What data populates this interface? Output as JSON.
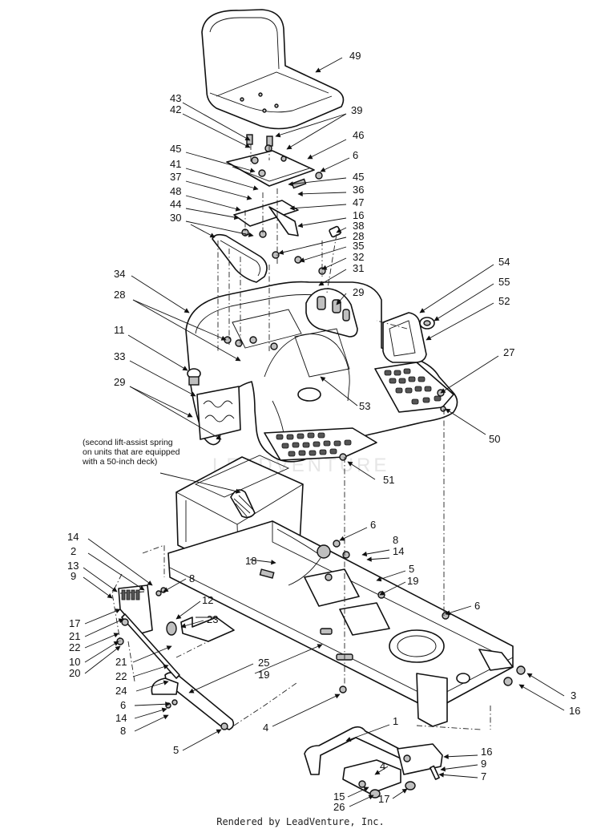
{
  "footer": "Rendered by LeadVenture, Inc.",
  "watermark": "LEADVENTURE",
  "note": {
    "lines": [
      "(second lift-assist spring",
      "on units that are equipped",
      "with a 50-inch deck)"
    ]
  },
  "callouts": [
    {
      "id": "c49",
      "label": "49"
    },
    {
      "id": "c43",
      "label": "43"
    },
    {
      "id": "c42",
      "label": "42"
    },
    {
      "id": "c39",
      "label": "39"
    },
    {
      "id": "c46",
      "label": "46"
    },
    {
      "id": "c45a",
      "label": "45"
    },
    {
      "id": "c6a",
      "label": "6"
    },
    {
      "id": "c41",
      "label": "41"
    },
    {
      "id": "c45b",
      "label": "45"
    },
    {
      "id": "c37",
      "label": "37"
    },
    {
      "id": "c36",
      "label": "36"
    },
    {
      "id": "c48",
      "label": "48"
    },
    {
      "id": "c47",
      "label": "47"
    },
    {
      "id": "c44",
      "label": "44"
    },
    {
      "id": "c16a",
      "label": "16"
    },
    {
      "id": "c30",
      "label": "30"
    },
    {
      "id": "c38",
      "label": "38"
    },
    {
      "id": "c28a",
      "label": "28"
    },
    {
      "id": "c35",
      "label": "35"
    },
    {
      "id": "c32",
      "label": "32"
    },
    {
      "id": "c31",
      "label": "31"
    },
    {
      "id": "c54",
      "label": "54"
    },
    {
      "id": "c34",
      "label": "34"
    },
    {
      "id": "c55",
      "label": "55"
    },
    {
      "id": "c29a",
      "label": "29"
    },
    {
      "id": "c52",
      "label": "52"
    },
    {
      "id": "c28b",
      "label": "28"
    },
    {
      "id": "c11",
      "label": "11"
    },
    {
      "id": "c27",
      "label": "27"
    },
    {
      "id": "c33",
      "label": "33"
    },
    {
      "id": "c53",
      "label": "53"
    },
    {
      "id": "c29b",
      "label": "29"
    },
    {
      "id": "c50",
      "label": "50"
    },
    {
      "id": "c51",
      "label": "51"
    },
    {
      "id": "c6b",
      "label": "6"
    },
    {
      "id": "c14a",
      "label": "14"
    },
    {
      "id": "c8a",
      "label": "8"
    },
    {
      "id": "c2",
      "label": "2"
    },
    {
      "id": "c14b",
      "label": "14"
    },
    {
      "id": "c18",
      "label": "18"
    },
    {
      "id": "c13",
      "label": "13"
    },
    {
      "id": "c9a",
      "label": "9"
    },
    {
      "id": "c8b",
      "label": "8"
    },
    {
      "id": "c5a",
      "label": "5"
    },
    {
      "id": "c19a",
      "label": "19"
    },
    {
      "id": "c12",
      "label": "12"
    },
    {
      "id": "c6c",
      "label": "6"
    },
    {
      "id": "c17a",
      "label": "17"
    },
    {
      "id": "c21a",
      "label": "21"
    },
    {
      "id": "c23",
      "label": "23"
    },
    {
      "id": "c22a",
      "label": "22"
    },
    {
      "id": "c10",
      "label": "10"
    },
    {
      "id": "c20",
      "label": "20"
    },
    {
      "id": "c25",
      "label": "25"
    },
    {
      "id": "c19b",
      "label": "19"
    },
    {
      "id": "c21b",
      "label": "21"
    },
    {
      "id": "c22b",
      "label": "22"
    },
    {
      "id": "c3",
      "label": "3"
    },
    {
      "id": "c24",
      "label": "24"
    },
    {
      "id": "c16b",
      "label": "16"
    },
    {
      "id": "c6d",
      "label": "6"
    },
    {
      "id": "c14c",
      "label": "14"
    },
    {
      "id": "c8c",
      "label": "8"
    },
    {
      "id": "c4a",
      "label": "4"
    },
    {
      "id": "c1",
      "label": "1"
    },
    {
      "id": "c5b",
      "label": "5"
    },
    {
      "id": "c16c",
      "label": "16"
    },
    {
      "id": "c9b",
      "label": "9"
    },
    {
      "id": "c4b",
      "label": "4"
    },
    {
      "id": "c7",
      "label": "7"
    },
    {
      "id": "c15",
      "label": "15"
    },
    {
      "id": "c26",
      "label": "26"
    },
    {
      "id": "c17b",
      "label": "17"
    }
  ]
}
